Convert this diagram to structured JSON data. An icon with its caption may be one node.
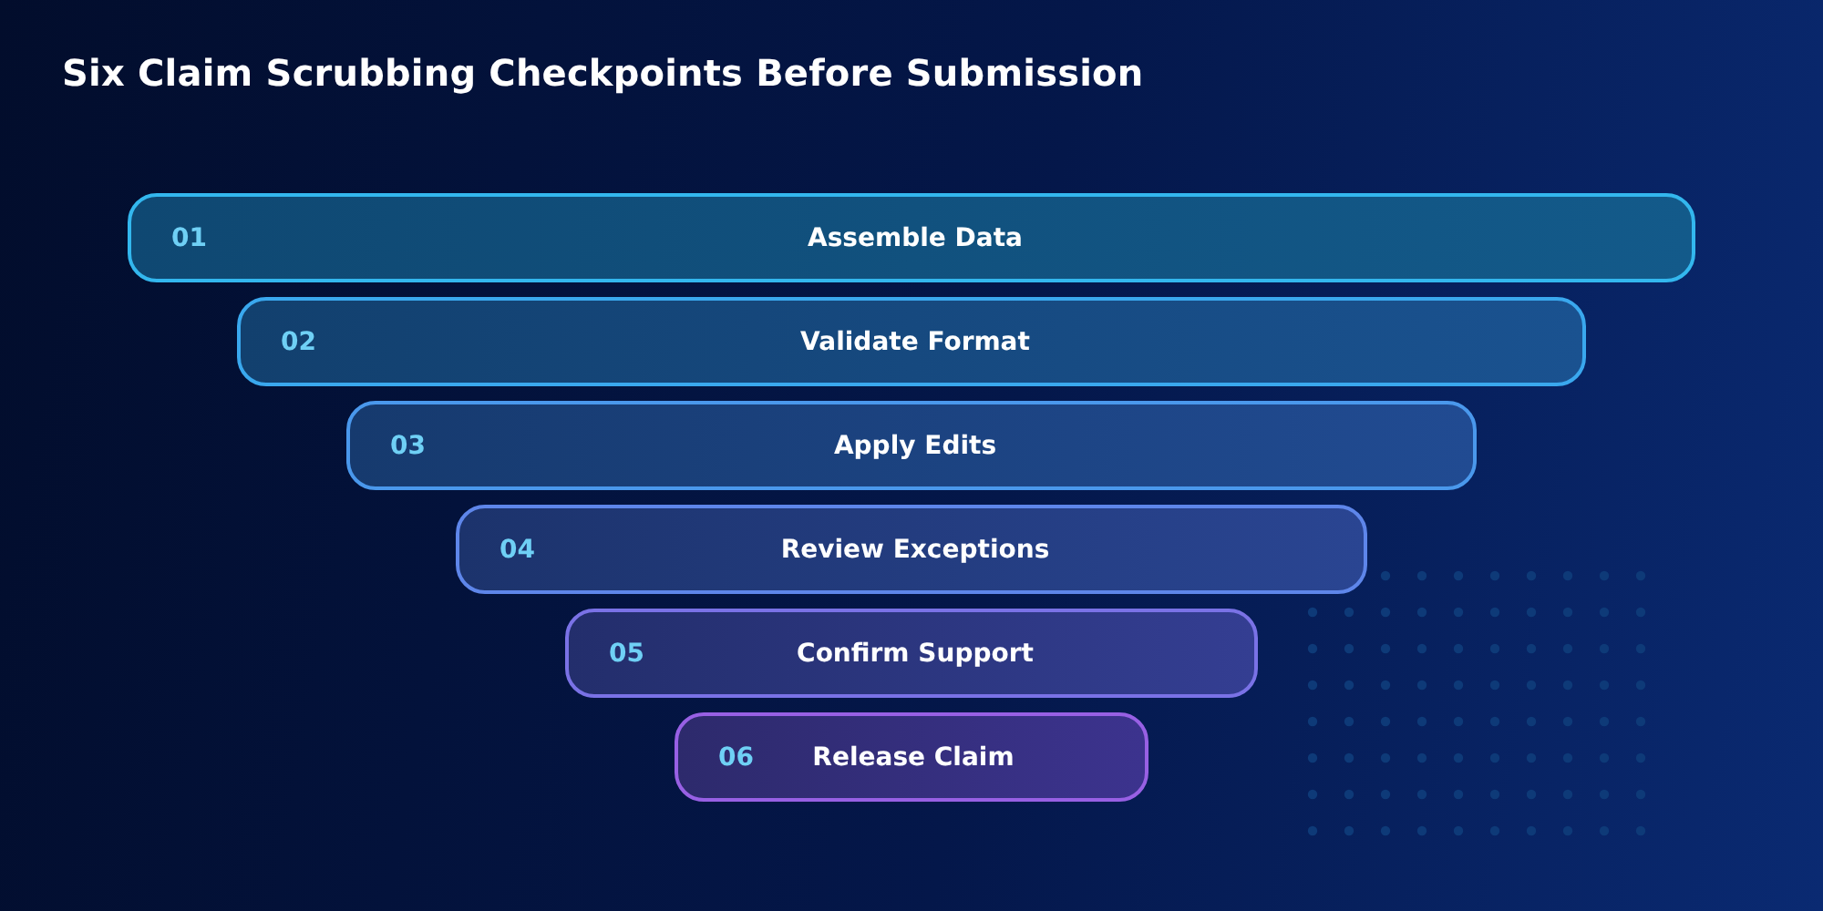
{
  "diagram": {
    "title": "Six Claim Scrubbing Checkpoints Before Submission",
    "nodes": [
      {
        "text": [
          "01",
          "Assemble Data"
        ]
      },
      {
        "text": [
          "02",
          "Validate Format"
        ]
      },
      {
        "text": [
          "03",
          "Apply Edits"
        ]
      },
      {
        "text": [
          "04",
          "Review Exceptions"
        ]
      },
      {
        "text": [
          "05",
          "Confirm Support"
        ]
      },
      {
        "text": [
          "06",
          "Release Claim"
        ]
      }
    ]
  }
}
